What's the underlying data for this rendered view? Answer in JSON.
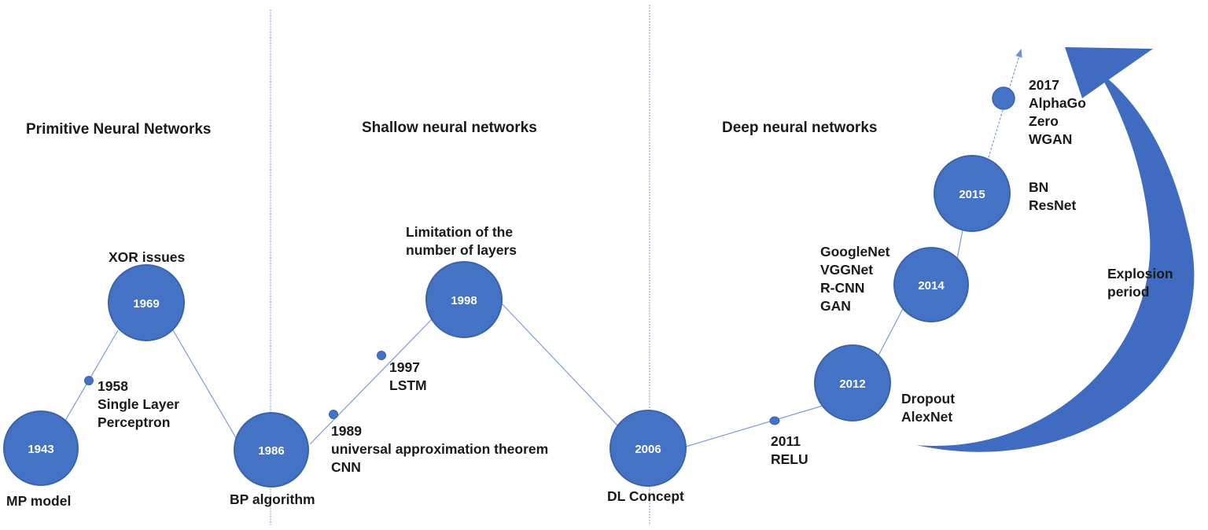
{
  "eras": [
    {
      "id": "primitive",
      "label": "Primitive Neural Networks"
    },
    {
      "id": "shallow",
      "label": "Shallow neural networks"
    },
    {
      "id": "deep",
      "label": "Deep neural networks"
    }
  ],
  "milestones": [
    {
      "id": "1943",
      "year": "1943",
      "lines": [
        "MP model"
      ]
    },
    {
      "id": "1958",
      "lines": [
        "1958",
        "Single Layer",
        "Perceptron"
      ]
    },
    {
      "id": "1969",
      "year": "1969",
      "lines": [
        "XOR issues"
      ]
    },
    {
      "id": "1986",
      "year": "1986",
      "lines": [
        "BP algorithm"
      ]
    },
    {
      "id": "1989",
      "lines": [
        "1989",
        "universal approximation theorem",
        "CNN"
      ]
    },
    {
      "id": "1997",
      "lines": [
        "1997",
        "LSTM"
      ]
    },
    {
      "id": "1998",
      "year": "1998",
      "lines": [
        "Limitation of the",
        "number of layers"
      ]
    },
    {
      "id": "2006",
      "year": "2006",
      "lines": [
        "DL Concept"
      ]
    },
    {
      "id": "2011",
      "lines": [
        "2011",
        "RELU"
      ]
    },
    {
      "id": "2012",
      "year": "2012",
      "lines": [
        "Dropout",
        "AlexNet"
      ]
    },
    {
      "id": "2014",
      "year": "2014",
      "lines": [
        "GoogleNet",
        "VGGNet",
        "R-CNN",
        "GAN"
      ]
    },
    {
      "id": "2015",
      "year": "2015",
      "lines": [
        "BN",
        "ResNet"
      ]
    },
    {
      "id": "2017",
      "lines": [
        "2017",
        "AlphaGo",
        "Zero",
        "WGAN"
      ]
    }
  ],
  "explosion": {
    "lines": [
      "Explosion",
      "period"
    ]
  },
  "colors": {
    "node": "#4472C4",
    "node_stroke": "#3A63AE",
    "line": "#7A9BD4",
    "divider": "#8EA6D6",
    "arrow": "#3F6CC0"
  }
}
